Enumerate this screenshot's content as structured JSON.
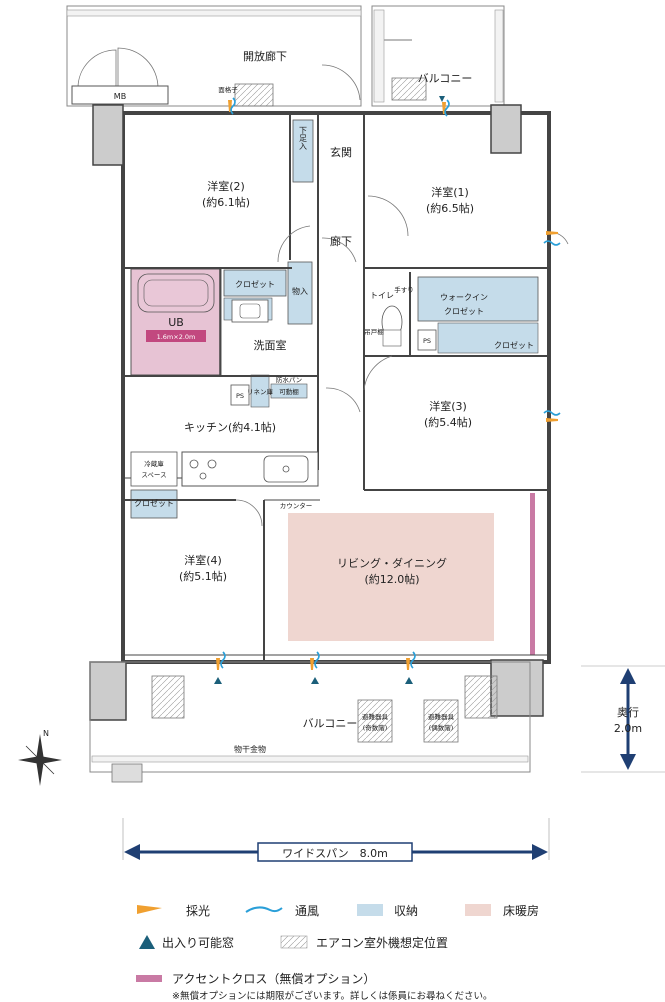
{
  "rooms": {
    "open_corridor": "開放廊下",
    "mb": "MB",
    "balcony_top": "バルコニー",
    "window_grille": "面格子",
    "shoe_storage": "下足入",
    "entrance": "玄関",
    "hallway": "廊下",
    "western1_name": "洋室(1)",
    "western1_size": "(約6.5帖)",
    "western2_name": "洋室(2)",
    "western2_size": "(約6.1帖)",
    "western3_name": "洋室(3)",
    "western3_size": "(約5.4帖)",
    "western4_name": "洋室(4)",
    "western4_size": "(約5.1帖)",
    "ub": "UB",
    "ub_size": "1.6m×2.0m",
    "closet": "クロゼット",
    "storage": "物入",
    "washroom": "洗面室",
    "linen": "リネン庫",
    "waterproof_pan": "防水パン",
    "movable_shelf": "可動棚",
    "ps": "PS",
    "toilet": "トイレ",
    "handrail": "手すり",
    "hanging_shelf": "吊戸棚",
    "walkin_1": "ウォークイン",
    "walkin_2": "クロゼット",
    "kitchen": "キッチン(約4.1帖)",
    "fridge_1": "冷蔵庫",
    "fridge_2": "スペース",
    "counter": "カウンター",
    "living_1": "リビング・ダイニング",
    "living_2": "(約12.0帖)",
    "balcony_bottom": "バルコニー",
    "evac_1a": "避難器具",
    "evac_1b": "(奇数階)",
    "evac_2a": "避難器具",
    "evac_2b": "(偶数階)",
    "drying_rail": "物干金物",
    "north": "N"
  },
  "dimensions": {
    "depth_label": "奥行",
    "depth_value": "2.0m",
    "wide_span": "ワイドスパン　8.0m"
  },
  "legend": {
    "daylight": "採光",
    "ventilation": "通風",
    "storage": "収納",
    "floor_heating": "床暖房",
    "accessible_window": "出入り可能窓",
    "ac_outdoor": "エアコン室外機想定位置",
    "accent_cloth": "アクセントクロス（無償オプション）",
    "note": "※無償オプションには期限がございます。詳しくは係員にお尋ねください。"
  },
  "colors": {
    "storage_fill": "#c5dcea",
    "floor_heating_fill": "#efd6d0",
    "ub_fill": "#e7c3d4",
    "accent_cloth": "#c97aa4",
    "daylight": "#f0a030",
    "ventilation": "#2a9fd8",
    "arrow_navy": "#1f3f73",
    "window_marker": "#1b5f7a",
    "wall": "#444444"
  }
}
